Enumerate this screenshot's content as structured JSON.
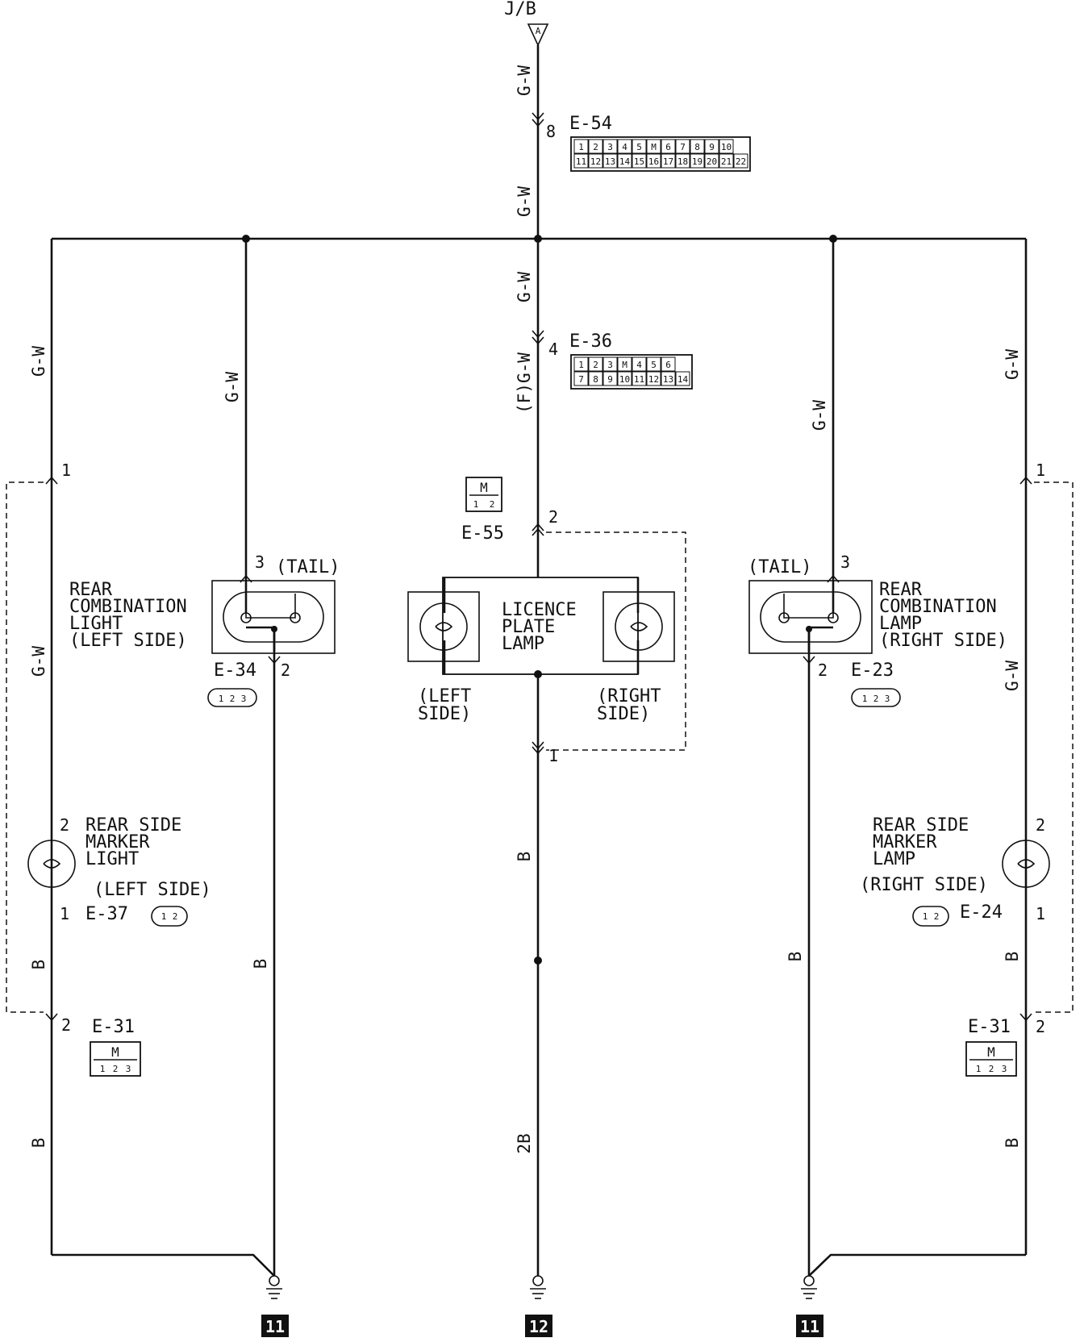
{
  "source": {
    "label": "J/B",
    "terminal": "A"
  },
  "wires": {
    "gw": "G-W",
    "fgw": "(F)G-W",
    "b": "B",
    "b2": "2B"
  },
  "connectors": {
    "e54": {
      "id": "E-54",
      "pin": "8",
      "row1": [
        "1",
        "2",
        "3",
        "4",
        "5",
        "M",
        "6",
        "7",
        "8",
        "9",
        "10"
      ],
      "row2": [
        "11",
        "12",
        "13",
        "14",
        "15",
        "16",
        "17",
        "18",
        "19",
        "20",
        "21",
        "22"
      ]
    },
    "e36": {
      "id": "E-36",
      "pin": "4",
      "row1": [
        "1",
        "2",
        "3",
        "M",
        "4",
        "5",
        "6"
      ],
      "row2": [
        "7",
        "8",
        "9",
        "10",
        "11",
        "12",
        "13",
        "14"
      ]
    },
    "e55": {
      "id": "E-55",
      "pin_top": "2",
      "pin_bottom": "1",
      "cells": [
        "M",
        "1",
        "2"
      ]
    },
    "e34": {
      "id": "E-34",
      "pin_top": "3",
      "pin_bottom": "2",
      "cells": [
        "1",
        "2",
        "3"
      ]
    },
    "e23": {
      "id": "E-23",
      "pin_top": "3",
      "pin_bottom": "2",
      "cells": [
        "1",
        "2",
        "3"
      ]
    },
    "e37": {
      "id": "E-37",
      "pin_top": "2",
      "pin_bottom": "1",
      "pin_upper": "1",
      "cells": [
        "1",
        "2"
      ]
    },
    "e24": {
      "id": "E-24",
      "pin_top": "2",
      "pin_bottom": "1",
      "pin_upper": "1",
      "cells": [
        "1",
        "2"
      ]
    },
    "e31_left": {
      "id": "E-31",
      "pin": "2",
      "cells": [
        "M",
        "1",
        "2",
        "3"
      ]
    },
    "e31_right": {
      "id": "E-31",
      "pin": "2",
      "cells": [
        "M",
        "1",
        "2",
        "3"
      ]
    }
  },
  "components": {
    "rcl_left": {
      "l1": "REAR",
      "l2": "COMBINATION",
      "l3": "LIGHT",
      "l4": "(LEFT SIDE)",
      "tag": "(TAIL)"
    },
    "rcl_right": {
      "l1": "REAR",
      "l2": "COMBINATION",
      "l3": "LAMP",
      "l4": "(RIGHT SIDE)",
      "tag": "(TAIL)"
    },
    "licence": {
      "l1": "LICENCE",
      "l2": "PLATE",
      "l3": "LAMP",
      "left1": "(LEFT",
      "left2": "SIDE)",
      "right1": "(RIGHT",
      "right2": "SIDE)"
    },
    "rsm_left": {
      "l1": "REAR SIDE",
      "l2": "MARKER",
      "l3": "LIGHT",
      "l4": "(LEFT SIDE)"
    },
    "rsm_right": {
      "l1": "REAR SIDE",
      "l2": "MARKER",
      "l3": "LAMP",
      "l4": "(RIGHT SIDE)"
    }
  },
  "grounds": {
    "left": "11",
    "center": "12",
    "right": "11"
  }
}
